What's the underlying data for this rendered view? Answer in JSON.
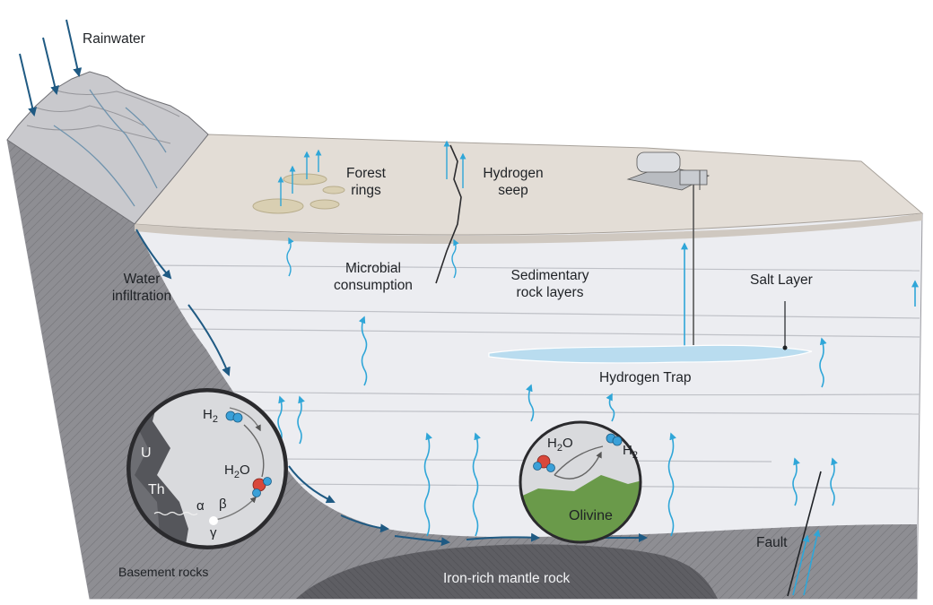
{
  "labels": {
    "rainwater": "Rainwater",
    "forest_rings_1": "Forest",
    "forest_rings_2": "rings",
    "hydrogen_seep_1": "Hydrogen",
    "hydrogen_seep_2": "seep",
    "water_infiltration_1": "Water",
    "water_infiltration_2": "infiltration",
    "microbial_1": "Microbial",
    "microbial_2": "consumption",
    "sedimentary_1": "Sedimentary",
    "sedimentary_2": "rock layers",
    "salt_layer": "Salt Layer",
    "hydrogen_trap": "Hydrogen Trap",
    "basement_rocks": "Basement rocks",
    "iron_rich": "Iron-rich mantle rock",
    "fault": "Fault"
  },
  "radiolysis_inset": {
    "element_1": "U",
    "element_2": "Th",
    "alpha": "α",
    "beta": "β",
    "gamma": "γ",
    "h2_main": "H",
    "h2_sub": "2",
    "h2o_main": "H",
    "h2o_sub": "2",
    "h2o_tail": "O"
  },
  "serpentinization_inset": {
    "h2o_main": "H",
    "h2o_sub": "2",
    "h2o_tail": "O",
    "h2_main": "H",
    "h2_sub": "2",
    "mineral": "Olivine"
  },
  "colors": {
    "surface": "#e6e0da",
    "sediment": "#ecedf1",
    "basement": "#8c8c90",
    "mantle": "#5b5b60",
    "water_arrow": "#1f5a83",
    "hydrogen_arrow": "#2fa6d8",
    "oxygen_atom": "#d9483b",
    "hydrogen_atom": "#3aa0d8",
    "olivine": "#6a9a4a",
    "trap": "#b9dcef"
  }
}
